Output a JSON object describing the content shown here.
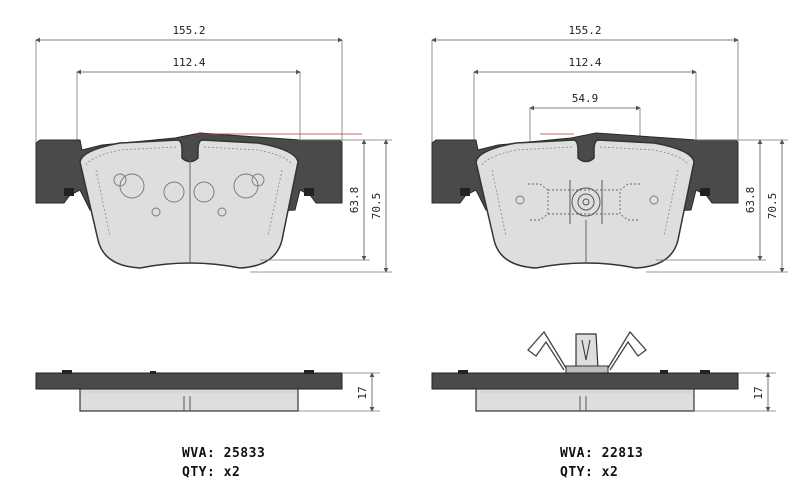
{
  "left": {
    "front": {
      "width": "155.2",
      "inner_width": "112.4",
      "height_inner": "63.8",
      "height_outer": "70.5"
    },
    "side": {
      "thickness": "17"
    },
    "wva_label": "WVA:",
    "wva_value": "25833",
    "qty_label": "QTY:",
    "qty_value": "x2"
  },
  "right": {
    "front": {
      "width": "155.2",
      "inner_width": "112.4",
      "sensor_width": "54.9",
      "height_inner": "63.8",
      "height_outer": "70.5"
    },
    "side": {
      "thickness": "17"
    },
    "wva_label": "WVA:",
    "wva_value": "22813",
    "qty_label": "QTY:",
    "qty_value": "x2"
  },
  "colors": {
    "backplate": "#4a4a4a",
    "friction": "#dedede",
    "dim_line": "#6b6b6b",
    "accent": "#b23a2e"
  }
}
